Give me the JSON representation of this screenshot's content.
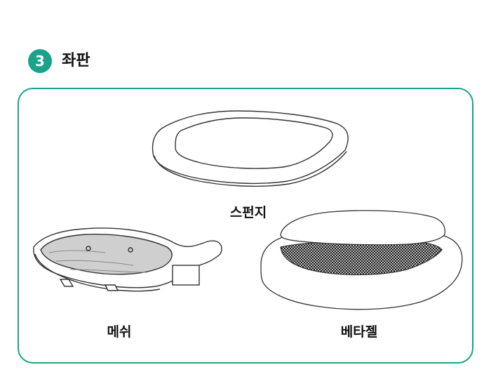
{
  "section": {
    "number": "3",
    "title": "좌판"
  },
  "parts": {
    "sponge": "스펀지",
    "mesh": "메쉬",
    "beta_gel": "베타젤"
  },
  "colors": {
    "accent": "#1aa38a",
    "line": "#333333",
    "mesh_fill": "#d9d9d9"
  }
}
